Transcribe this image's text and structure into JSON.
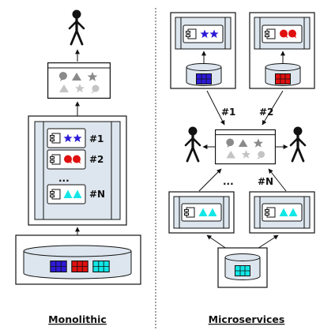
{
  "captions": {
    "monolithic": "Monolithic",
    "microservices": "Microservices"
  },
  "monolith": {
    "labels": [
      "#1",
      "#2",
      "#N"
    ],
    "dots": "..."
  },
  "microservices": {
    "labels": [
      "#1",
      "#2",
      "#N"
    ],
    "dots": "..."
  },
  "colors": {
    "blue": "#2d1bd6",
    "red": "#e01010",
    "cyan": "#12e6e6",
    "panel": "#dde6ee",
    "ui_shapes": "#8a8a8a",
    "stroke": "#111111"
  },
  "icons": {
    "person": "person-icon",
    "component": "component-icon",
    "database": "database-icon",
    "ui_window": "ui-window-icon"
  }
}
